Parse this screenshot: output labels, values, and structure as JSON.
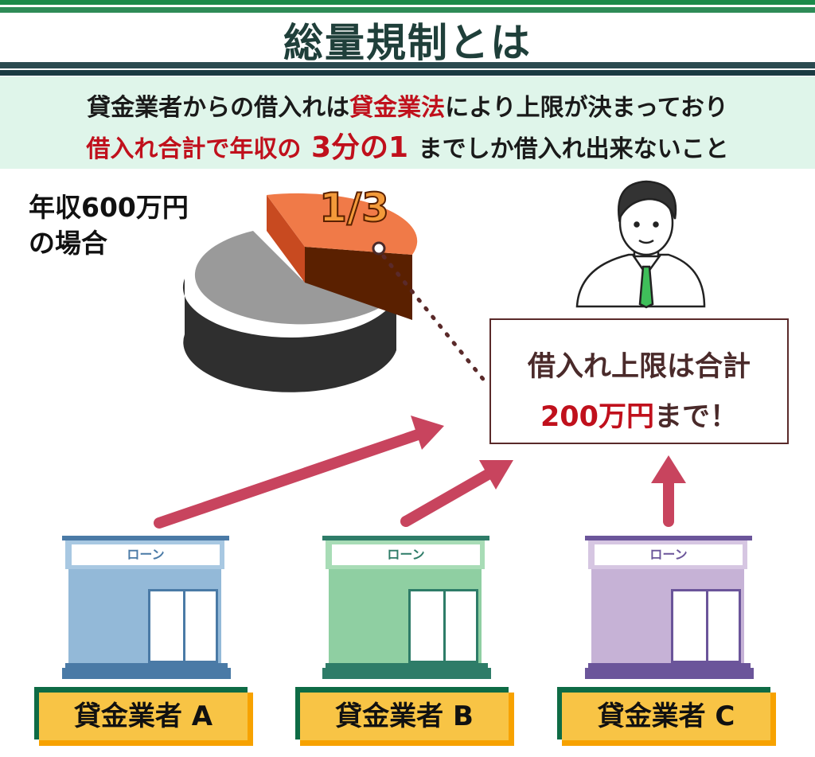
{
  "title": "総量規制とは",
  "subtitle": {
    "line1": [
      {
        "text": "貸金業者からの借入れは",
        "red": false
      },
      {
        "text": "貸金業法",
        "red": true
      },
      {
        "text": "により上限が決まっており",
        "red": false
      }
    ],
    "line2": [
      {
        "text": "借入れ合計で年収の",
        "red": true
      },
      {
        "text": " 3分の1 ",
        "red": true
      },
      {
        "text": "までしか借入れ出来ないこと",
        "red": false
      }
    ]
  },
  "income_label": {
    "line1": "年収600万円",
    "line2": "の場合"
  },
  "pie": {
    "label": "1/3",
    "highlighted_fraction": 0.3333
  },
  "limit_box": {
    "line1": "借入れ上限は合計",
    "line2_red": "200万円",
    "line2_rest": "まで！"
  },
  "lenders": [
    {
      "sign": "ローン",
      "name": "貸金業者 A",
      "color": "#93b9d8",
      "dark": "#4a7aa6"
    },
    {
      "sign": "ローン",
      "name": "貸金業者 B",
      "color": "#8fcfa2",
      "dark": "#2e7c68"
    },
    {
      "sign": "ローン",
      "name": "貸金業者 C",
      "color": "#c6b2d6",
      "dark": "#6b559a"
    }
  ],
  "colors": {
    "arrow": "#c8445e",
    "title": "#1f3f3a",
    "accent_red": "#c0101c"
  }
}
